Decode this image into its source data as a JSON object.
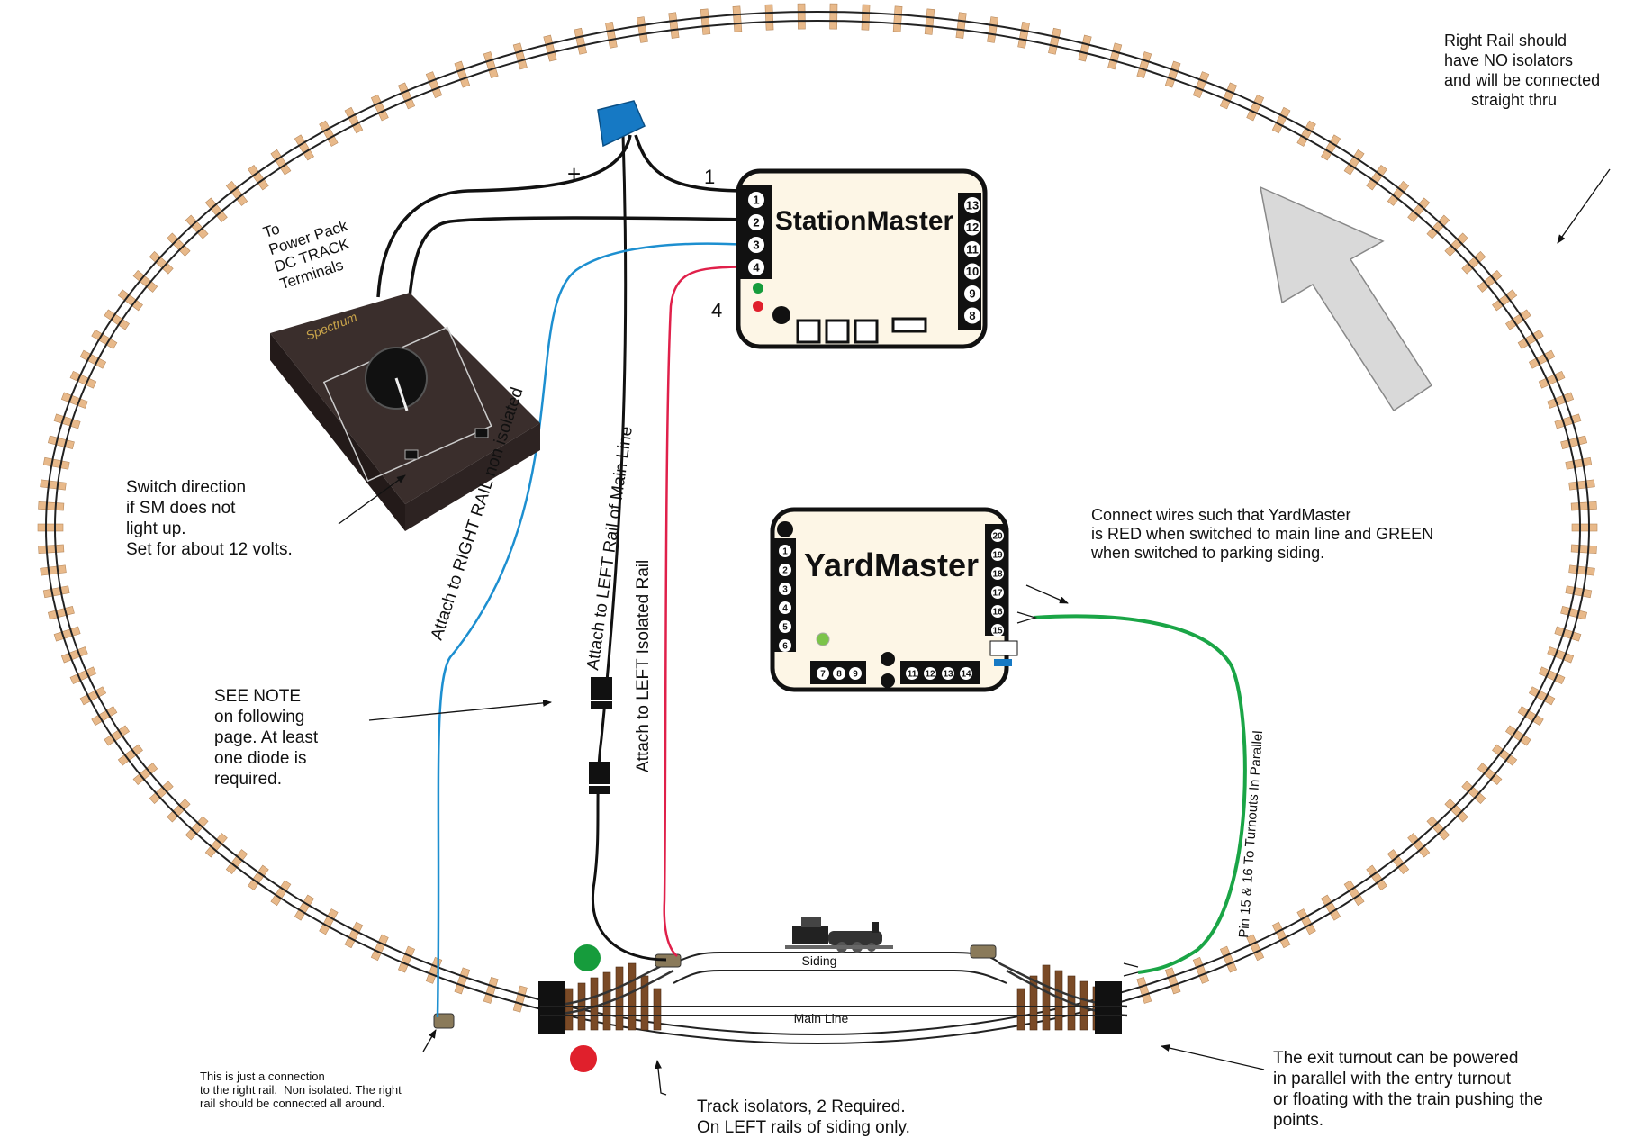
{
  "colors": {
    "tie": "#e8b98a",
    "tie_stroke": "#b88a5e",
    "rail": "#222222",
    "wire_black": "#111111",
    "wire_blue": "#1d8fd0",
    "wire_red": "#e0204a",
    "wire_green": "#1aa546",
    "board_fill": "#fdf6e6",
    "connector_blue": "#1679c4",
    "signal_green": "#169c3c",
    "signal_red": "#e0202c",
    "arrow_gray": "#d9d9d9"
  },
  "station_master": {
    "title": "StationMaster",
    "left_pins": [
      "1",
      "2",
      "3",
      "4"
    ],
    "right_pins": [
      "13",
      "12",
      "11",
      "10",
      "9",
      "8"
    ]
  },
  "yard_master": {
    "title": "YardMaster",
    "left_pins": [
      "1",
      "2",
      "3",
      "4",
      "5",
      "6"
    ],
    "right_pins": [
      "20",
      "19",
      "18",
      "17",
      "16",
      "15"
    ],
    "bottom_pins_a": [
      "7",
      "8",
      "9"
    ],
    "bottom_pins_b": [
      "11",
      "12",
      "13",
      "14"
    ]
  },
  "wire_labels": {
    "plus": "+",
    "one": "1",
    "four": "4",
    "right_rail": "Attach to RIGHT RAIL  non isolated",
    "left_main": "Attach to LEFT  Rail of Main Line",
    "left_isolated": "Attach to LEFT  Isolated Rail",
    "pins_parallel": "Pin 15 & 16 To Turnouts In Parallel"
  },
  "track_labels": {
    "siding": "Siding",
    "main_line": "Main Line"
  },
  "notes": {
    "power_pack": "To\nPower Pack\nDC TRACK\nTerminals",
    "right_rail": "Right Rail should\nhave NO isolators\nand will be connected\n      straight thru",
    "switch_direction": "Switch direction\nif SM does not\nlight up.\nSet for about 12 volts.",
    "see_note": "SEE NOTE\non following\npage. At least\none diode is\nrequired.",
    "connect_wires": "Connect wires such that YardMaster\nis RED when switched to main line and GREEN\nwhen switched to parking siding.",
    "connection": "This is just a connection\nto the right rail.  Non isolated. The right\nrail should be connected all around.",
    "isolators": "Track isolators, 2 Required.\nOn LEFT rails of siding only.",
    "exit_turnout": "The exit turnout can be powered\nin parallel with the entry turnout\nor floating with the train pushing the\npoints."
  }
}
